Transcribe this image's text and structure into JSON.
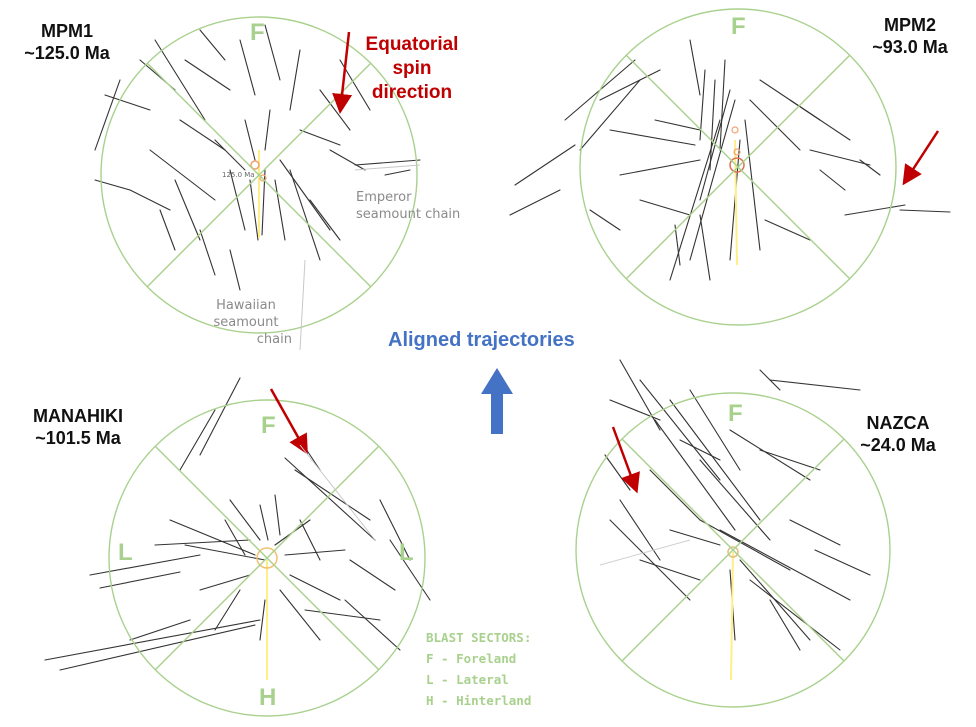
{
  "colors": {
    "sector_green": "#a9d18e",
    "arrow_red": "#c00000",
    "caption_blue": "#4472c4",
    "trajectory_yellow": "#ffee88",
    "fault_lines": "#333333",
    "marker_orange": "#f2a070"
  },
  "panels": {
    "mpm1": {
      "name": "MPM1",
      "age": "~125.0 Ma",
      "sector_f": "F",
      "marker_label": "125.0 Ma"
    },
    "mpm2": {
      "name": "MPM2",
      "age": "~93.0 Ma",
      "sector_f": "F"
    },
    "manahiki": {
      "name": "MANAHIKI",
      "age": "~101.5 Ma",
      "sector_f": "F",
      "sector_l_left": "L",
      "sector_l_right": "L",
      "sector_h": "H"
    },
    "nazca": {
      "name": "NAZCA",
      "age": "~24.0 Ma",
      "sector_f": "F"
    }
  },
  "annotations": {
    "equatorial_spin": [
      "Equatorial",
      "spin",
      "direction"
    ],
    "emperor": [
      "Emperor",
      "seamount chain"
    ],
    "hawaiian": [
      "Hawaiian",
      "seamount",
      "chain"
    ],
    "aligned": "Aligned trajectories"
  },
  "legend": {
    "title": "BLAST SECTORS:",
    "items": [
      "F - Foreland",
      "L - Lateral",
      "H - Hinterland"
    ]
  }
}
